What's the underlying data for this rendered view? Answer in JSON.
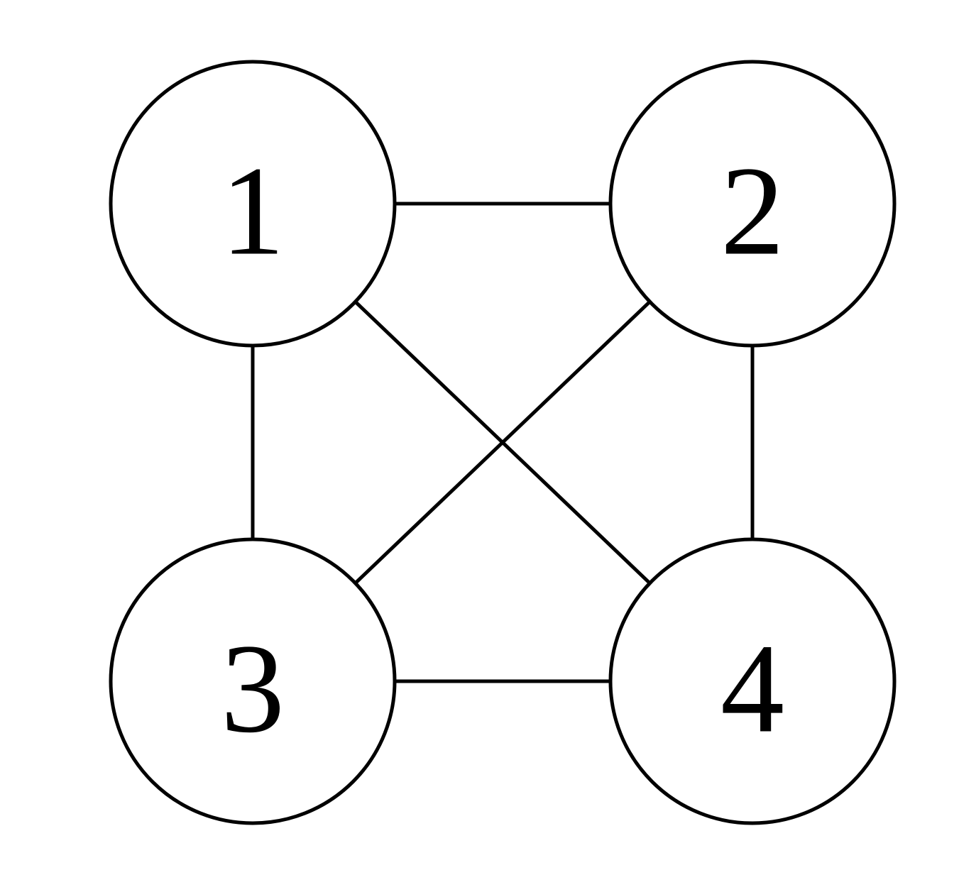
{
  "graph": {
    "nodes": [
      {
        "id": "1",
        "label": "1"
      },
      {
        "id": "2",
        "label": "2"
      },
      {
        "id": "3",
        "label": "3"
      },
      {
        "id": "4",
        "label": "4"
      }
    ],
    "edges": [
      {
        "from": "1",
        "to": "2"
      },
      {
        "from": "1",
        "to": "3"
      },
      {
        "from": "1",
        "to": "4"
      },
      {
        "from": "2",
        "to": "3"
      },
      {
        "from": "2",
        "to": "4"
      },
      {
        "from": "3",
        "to": "4"
      }
    ],
    "colors": {
      "stroke": "#000000",
      "node_fill": "#ffffff",
      "background": "#ffffff"
    }
  }
}
